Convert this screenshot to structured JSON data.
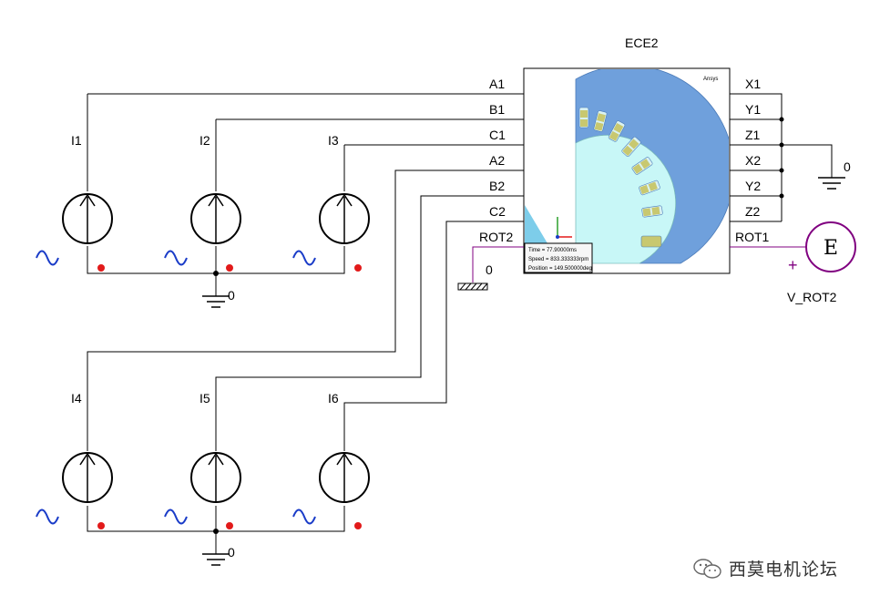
{
  "component": {
    "name": "ECE2",
    "brand": "Ansys",
    "left_pins": [
      "A1",
      "B1",
      "C1",
      "A2",
      "B2",
      "C2",
      "ROT2"
    ],
    "right_pins": [
      "X1",
      "Y1",
      "Z1",
      "X2",
      "Y2",
      "Z2",
      "ROT1"
    ],
    "tooltip": {
      "time": "Time   = 77.90000ms",
      "speed": "Speed  = 833.333333rpm",
      "position": "Position = 149.500000deg"
    }
  },
  "sources_top": [
    "I1",
    "I2",
    "I3"
  ],
  "sources_bottom": [
    "I4",
    "I5",
    "I6"
  ],
  "grounds": {
    "top": "0",
    "bottom": "0",
    "rot2": "0",
    "right": "0"
  },
  "voltmeter": {
    "symbol": "E",
    "name": "V_ROT2",
    "polarity": "+"
  },
  "watermark": "西莫电机论坛",
  "colors": {
    "stator": "#6fa0dc",
    "rotor": "#c8f7f7",
    "coil": "#c8c870",
    "wave": "#1a3cc8",
    "dot": "#e21a1a",
    "meter": "#800080"
  }
}
